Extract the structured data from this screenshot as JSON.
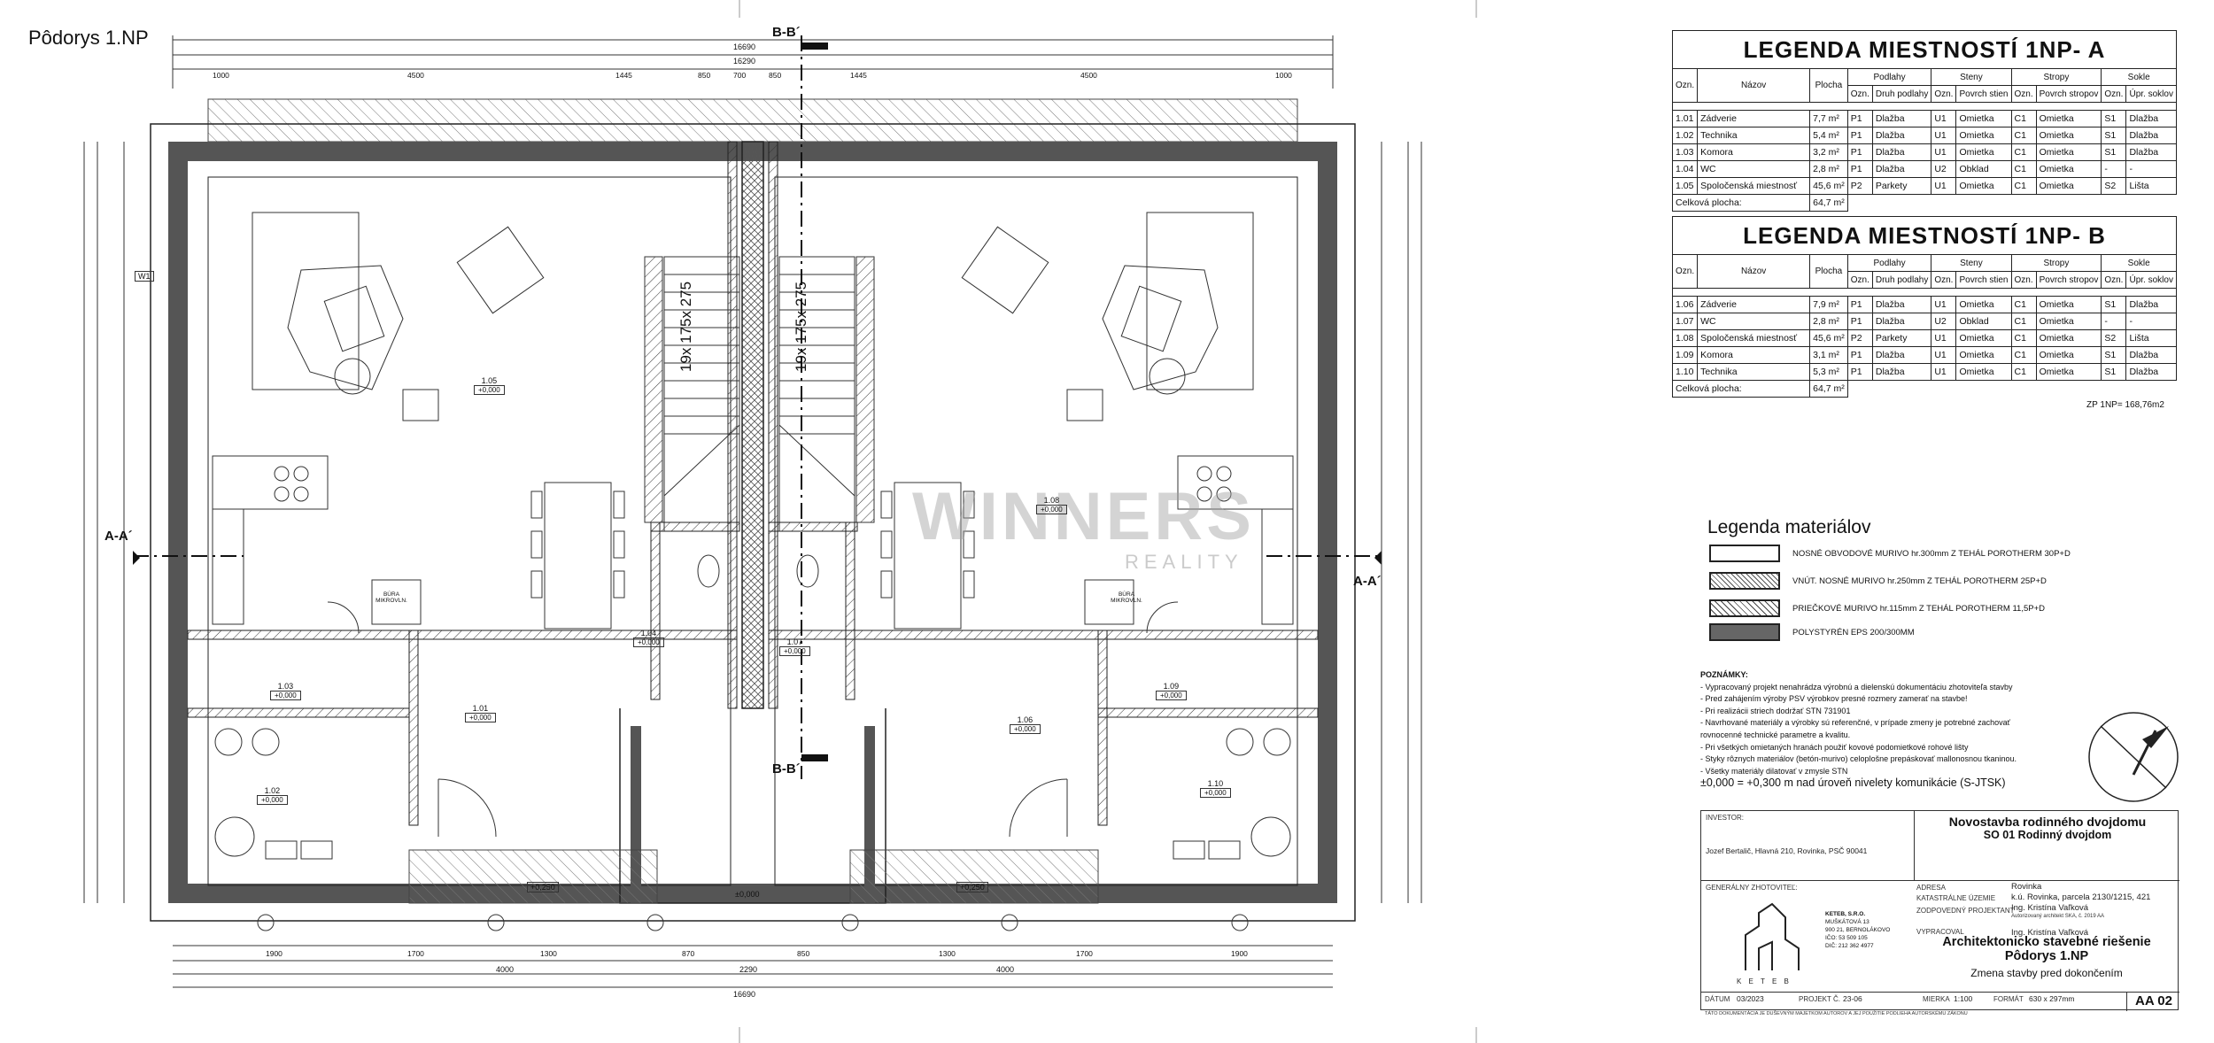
{
  "sheet_title": "Pôdorys 1.NP",
  "section_marks": {
    "bb_top": "B-B´",
    "bb_bottom": "B-B´",
    "aa_left": "A-A´",
    "aa_right": "A-A´"
  },
  "stairs": {
    "left": "19x 175x 275",
    "right": "19x 175x 275"
  },
  "rooms_plan": [
    {
      "id": "1.05",
      "level": "+0,000"
    },
    {
      "id": "1.08",
      "level": "+0,000"
    },
    {
      "id": "1.03",
      "level": "+0,000"
    },
    {
      "id": "1.01",
      "level": "+0,000"
    },
    {
      "id": "1.04",
      "level": "+0,000"
    },
    {
      "id": "1.07",
      "level": "+0,000"
    },
    {
      "id": "1.06",
      "level": "+0,000"
    },
    {
      "id": "1.09",
      "level": "+0,000"
    },
    {
      "id": "1.02",
      "level": "+0,000"
    },
    {
      "id": "1.10",
      "level": "+0,000"
    }
  ],
  "plan_labels": {
    "w1": "W1",
    "bura_left": "BÚRA MIKROVLN.",
    "bura_right": "BÚRA MIKROVLN.",
    "level_front_left": "+0,250",
    "level_front_mid": "±0,000",
    "level_front_right": "+0,250"
  },
  "dims_top": {
    "overall": "16690",
    "overall2": "16290",
    "segs": [
      "1000",
      "4500",
      "1445",
      "850",
      "700",
      "850",
      "1445",
      "4500",
      "1000"
    ]
  },
  "dims_bottom": {
    "segs": [
      "1900",
      "1700",
      "1300",
      "870",
      "850",
      "1300",
      "1700",
      "1900"
    ],
    "b1": "4000",
    "b2": "2290",
    "b3": "4000",
    "overall": "16690"
  },
  "legend_a": {
    "title": "LEGENDA MIESTNOSTÍ 1NP- A",
    "headers": {
      "ozn": "Ozn.",
      "nazov": "Názov",
      "plocha": "Plocha",
      "podlahy": "Podlahy",
      "steny": "Steny",
      "stropy": "Stropy",
      "sokle": "Sokle",
      "sub_ozn": "Ozn.",
      "druh": "Druh podlahy",
      "povrch_stien": "Povrch stien",
      "povrch_strop": "Povrch stropov",
      "upr": "Úpr. soklov"
    },
    "rows": [
      [
        "1.01",
        "Zádverie",
        "7,7 m²",
        "P1",
        "Dlažba",
        "U1",
        "Omietka",
        "C1",
        "Omietka",
        "S1",
        "Dlažba"
      ],
      [
        "1.02",
        "Technika",
        "5,4 m²",
        "P1",
        "Dlažba",
        "U1",
        "Omietka",
        "C1",
        "Omietka",
        "S1",
        "Dlažba"
      ],
      [
        "1.03",
        "Komora",
        "3,2 m²",
        "P1",
        "Dlažba",
        "U1",
        "Omietka",
        "C1",
        "Omietka",
        "S1",
        "Dlažba"
      ],
      [
        "1.04",
        "WC",
        "2,8 m²",
        "P1",
        "Dlažba",
        "U2",
        "Obklad",
        "C1",
        "Omietka",
        "-",
        "-"
      ],
      [
        "1.05",
        "Spoločenská miestnosť",
        "45,6 m²",
        "P2",
        "Parkety",
        "U1",
        "Omietka",
        "C1",
        "Omietka",
        "S2",
        "Lišta"
      ]
    ],
    "total_label": "Celková plocha:",
    "total": "64,7 m²"
  },
  "legend_b": {
    "title": "LEGENDA MIESTNOSTÍ 1NP- B",
    "rows": [
      [
        "1.06",
        "Zádverie",
        "7,9 m²",
        "P1",
        "Dlažba",
        "U1",
        "Omietka",
        "C1",
        "Omietka",
        "S1",
        "Dlažba"
      ],
      [
        "1.07",
        "WC",
        "2,8 m²",
        "P1",
        "Dlažba",
        "U2",
        "Obklad",
        "C1",
        "Omietka",
        "-",
        "-"
      ],
      [
        "1.08",
        "Spoločenská miestnosť",
        "45,6 m²",
        "P2",
        "Parkety",
        "U1",
        "Omietka",
        "C1",
        "Omietka",
        "S2",
        "Lišta"
      ],
      [
        "1.09",
        "Komora",
        "3,1 m²",
        "P1",
        "Dlažba",
        "U1",
        "Omietka",
        "C1",
        "Omietka",
        "S1",
        "Dlažba"
      ],
      [
        "1.10",
        "Technika",
        "5,3 m²",
        "P1",
        "Dlažba",
        "U1",
        "Omietka",
        "C1",
        "Omietka",
        "S1",
        "Dlažba"
      ]
    ],
    "total_label": "Celková plocha:",
    "total": "64,7 m²"
  },
  "zp_total": "ZP 1NP= 168,76m2",
  "materials": {
    "title": "Legenda materiálov",
    "items": [
      "NOSNÉ OBVODOVÉ MURIVO hr.300mm Z TEHÁL POROTHERM 30P+D",
      "VNÚT. NOSNÉ MURIVO hr.250mm Z TEHÁL POROTHERM 25P+D",
      "PRIEČKOVÉ MURIVO hr.115mm Z TEHÁL POROTHERM 11,5P+D",
      "POLYSTYRÉN EPS 200/300MM"
    ]
  },
  "notes": {
    "title": "POZNÁMKY:",
    "items": [
      "- Vypracovaný projekt nenahrádza výrobnú a dielenskú dokumentáciu zhotoviteľa stavby",
      "- Pred zahájením výroby PSV výrobkov presné rozmery zamerať na stavbe!",
      "- Pri realizácii striech dodržať STN 731901",
      "- Navrhované materiály a výrobky sú referenčné, v prípade zmeny je potrebné zachovať",
      "  rovnocenné technické parametre a kvalitu.",
      "- Pri všetkých omietaných hranách použiť kovové podomietkové rohové lišty",
      "- Styky rôznych materiálov (betón-murivo) celoplošne prepáskovať mallonosnou tkaninou.",
      "- Všetky materiály dilatovať v zmysle STN"
    ],
    "level_note": "±0,000 = +0,300 m nad úroveň nivelety komunikácie  (S-JTSK)"
  },
  "watermark": {
    "line1": "WINNERS",
    "line2": "REALITY"
  },
  "title_block": {
    "investor_lbl": "INVESTOR:",
    "investor": "Jozef Bertalič, Hlavná 210, Rovinka, PSČ 90041",
    "project_title": "Novostavba rodinného dvojdomu",
    "project_sub": "SO 01 Rodinný dvojdom",
    "adresa_lbl": "ADRESA",
    "adresa": "Rovinka",
    "katastralne_lbl": "KATASTRÁLNE ÚZEMIE",
    "katastralne": "k.ú. Rovinka, parcela 2130/1215, 421",
    "projektant_lbl": "ZODPOVEDNÝ PROJEKTANT",
    "projektant": "Ing. Kristína Vaľková",
    "projektant_sub": "Autorizovaný architekt SKA, č. 2019 AA",
    "vypracoval_lbl": "VYPRACOVAL",
    "vypracoval": "Ing. Kristína Vaľková",
    "zhotovitel_lbl": "GENERÁLNY ZHOTOVITEĽ:",
    "company": [
      "KETEB, S.R.O.",
      "MUŠKÁTOVÁ 13",
      "900 21, BERNOLÁKOVO",
      "IČO: 53 509 105",
      "DIČ: 212 362 4977"
    ],
    "logo_text": "K E T E B",
    "drawing_title": "Architektonicko stavebné riešenie",
    "drawing_sub": "Pôdorys 1.NP",
    "drawing_note": "Zmena stavby pred dokončením",
    "datum_lbl": "DÁTUM",
    "datum": "03/2023",
    "projekt_lbl": "PROJEKT Č.",
    "projekt": "23-06",
    "mierka_lbl": "MIERKA",
    "mierka": "1:100",
    "format_lbl": "FORMÁT",
    "format": "630 x 297mm",
    "sheet_no": "AA 02",
    "footer": "TÁTO DOKUMENTÁCIA JE DUŠEVNÝM MAJETKOM AUTOROV A JEJ POUŽITIE PODLIEHA AUTORSKÉMU ZÁKONU"
  }
}
